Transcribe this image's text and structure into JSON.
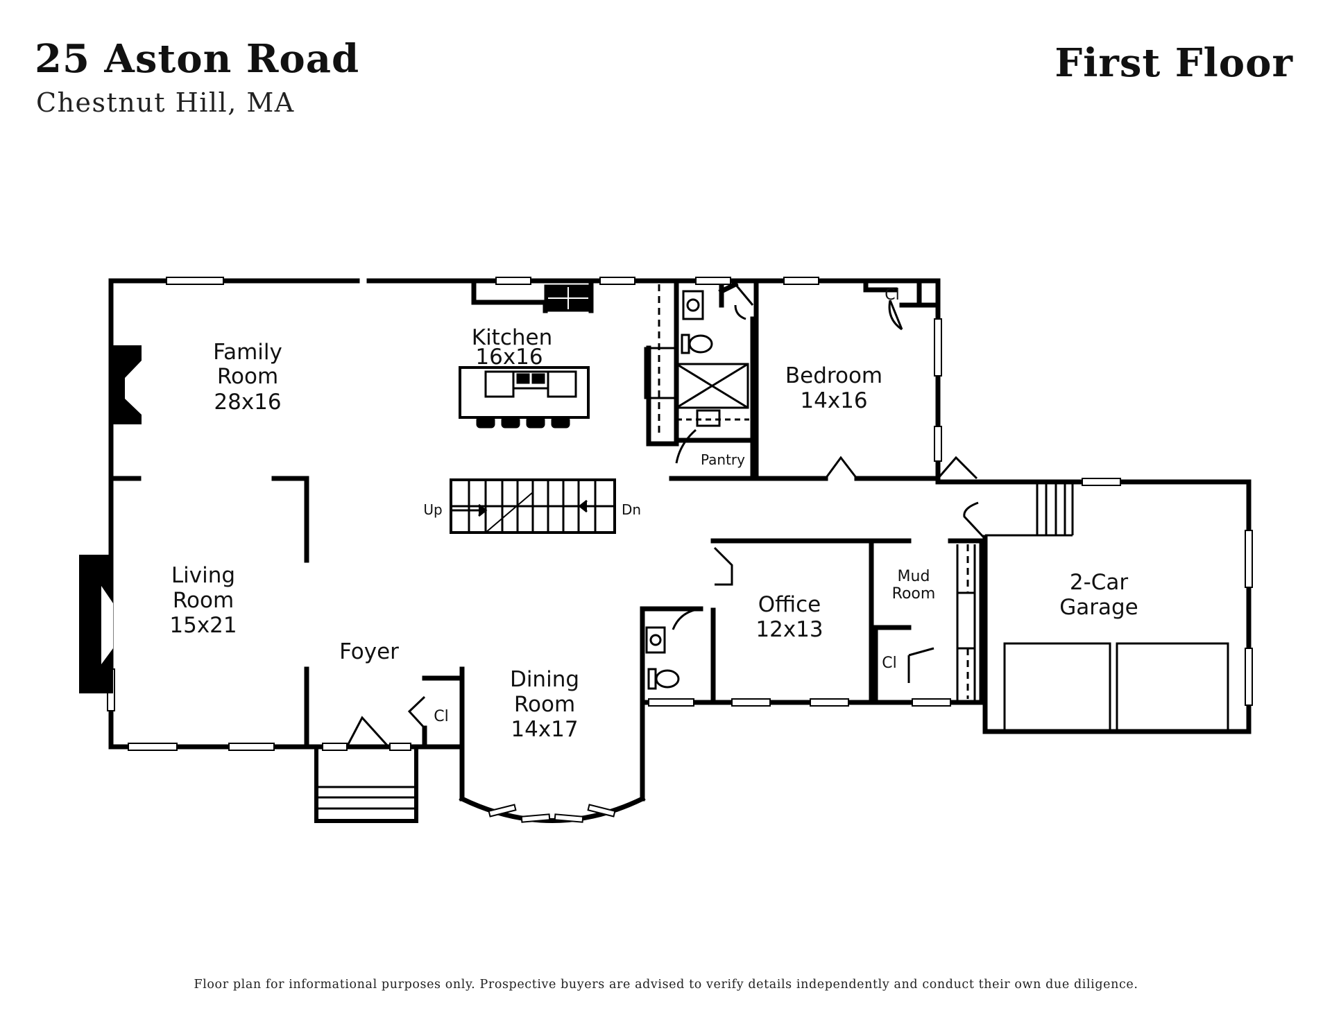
{
  "header": {
    "title": "25 Aston Road",
    "subtitle": "Chestnut Hill, MA",
    "floor": "First Floor"
  },
  "rooms": {
    "family_room": {
      "line1": "Family",
      "line2": "Room",
      "dims": "28x16"
    },
    "kitchen": {
      "line1": "Kitchen",
      "dims": "16x16"
    },
    "bedroom": {
      "line1": "Bedroom",
      "dims": "14x16"
    },
    "living_room": {
      "line1": "Living",
      "line2": "Room",
      "dims": "15x21"
    },
    "foyer": {
      "line1": "Foyer"
    },
    "dining_room": {
      "line1": "Dining",
      "line2": "Room",
      "dims": "14x17"
    },
    "office": {
      "line1": "Office",
      "dims": "12x13"
    },
    "mud_room": {
      "line1": "Mud",
      "line2": "Room"
    },
    "garage": {
      "line1": "2-Car",
      "line2": "Garage"
    },
    "pantry": {
      "line1": "Pantry"
    }
  },
  "labels": {
    "closet": "Cl",
    "stairs_up": "Up",
    "stairs_down": "Dn"
  },
  "footer": {
    "disclaimer": "Floor plan for informational purposes only. Prospective buyers are advised to verify details independently and conduct their own due diligence."
  }
}
